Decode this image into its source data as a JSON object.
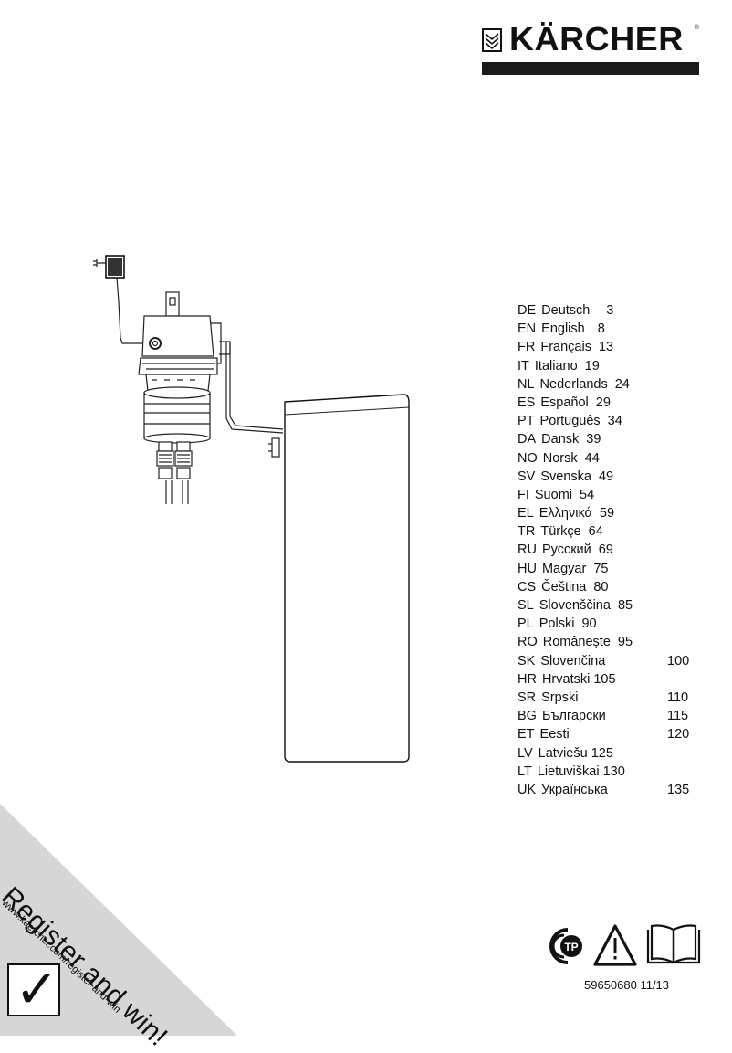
{
  "logo": {
    "brand": "KÄRCHER",
    "registered_mark": "®"
  },
  "languages": [
    {
      "code": "DE",
      "name": "Deutsch",
      "page": "3"
    },
    {
      "code": "EN",
      "name": "English",
      "page": "8"
    },
    {
      "code": "FR",
      "name": "Français",
      "page": "13"
    },
    {
      "code": "IT",
      "name": "Italiano",
      "page": "19"
    },
    {
      "code": "NL",
      "name": "Nederlands",
      "page": "24"
    },
    {
      "code": "ES",
      "name": "Español",
      "page": "29"
    },
    {
      "code": "PT",
      "name": "Português",
      "page": "34"
    },
    {
      "code": "DA",
      "name": "Dansk",
      "page": "39"
    },
    {
      "code": "NO",
      "name": "Norsk",
      "page": "44"
    },
    {
      "code": "SV",
      "name": "Svenska",
      "page": "49"
    },
    {
      "code": "FI",
      "name": "Suomi",
      "page": "54"
    },
    {
      "code": "EL",
      "name": "Ελληνικά",
      "page": "59"
    },
    {
      "code": "TR",
      "name": "Türkçe",
      "page": "64"
    },
    {
      "code": "RU",
      "name": "Русский",
      "page": "69"
    },
    {
      "code": "HU",
      "name": "Magyar",
      "page": "75"
    },
    {
      "code": "CS",
      "name": "Čeština",
      "page": "80"
    },
    {
      "code": "SL",
      "name": "Slovenščina",
      "page": "85"
    },
    {
      "code": "PL",
      "name": "Polski",
      "page": "90"
    },
    {
      "code": "RO",
      "name": "Românește",
      "page": "95"
    },
    {
      "code": "SK",
      "name": "Slovenčina",
      "page": "100"
    },
    {
      "code": "HR",
      "name": "Hrvatski",
      "page": "105"
    },
    {
      "code": "SR",
      "name": "Srpski",
      "page": "110"
    },
    {
      "code": "BG",
      "name": "Български",
      "page": "115"
    },
    {
      "code": "ET",
      "name": "Eesti",
      "page": "120"
    },
    {
      "code": "LV",
      "name": "Latviešu",
      "page": "125"
    },
    {
      "code": "LT",
      "name": "Lietuviškai",
      "page": "130"
    },
    {
      "code": "UK",
      "name": "Українська",
      "page": "135"
    }
  ],
  "register": {
    "headline": "Register and win!",
    "url": "www.kaercher.com/register-and-win",
    "checkmark": "✓"
  },
  "footer": {
    "document_number": "59650680 11/13",
    "cert_mark": "ТР"
  },
  "colors": {
    "corner_gray": "#d6d6d6",
    "logo_black": "#1a1a1a"
  }
}
